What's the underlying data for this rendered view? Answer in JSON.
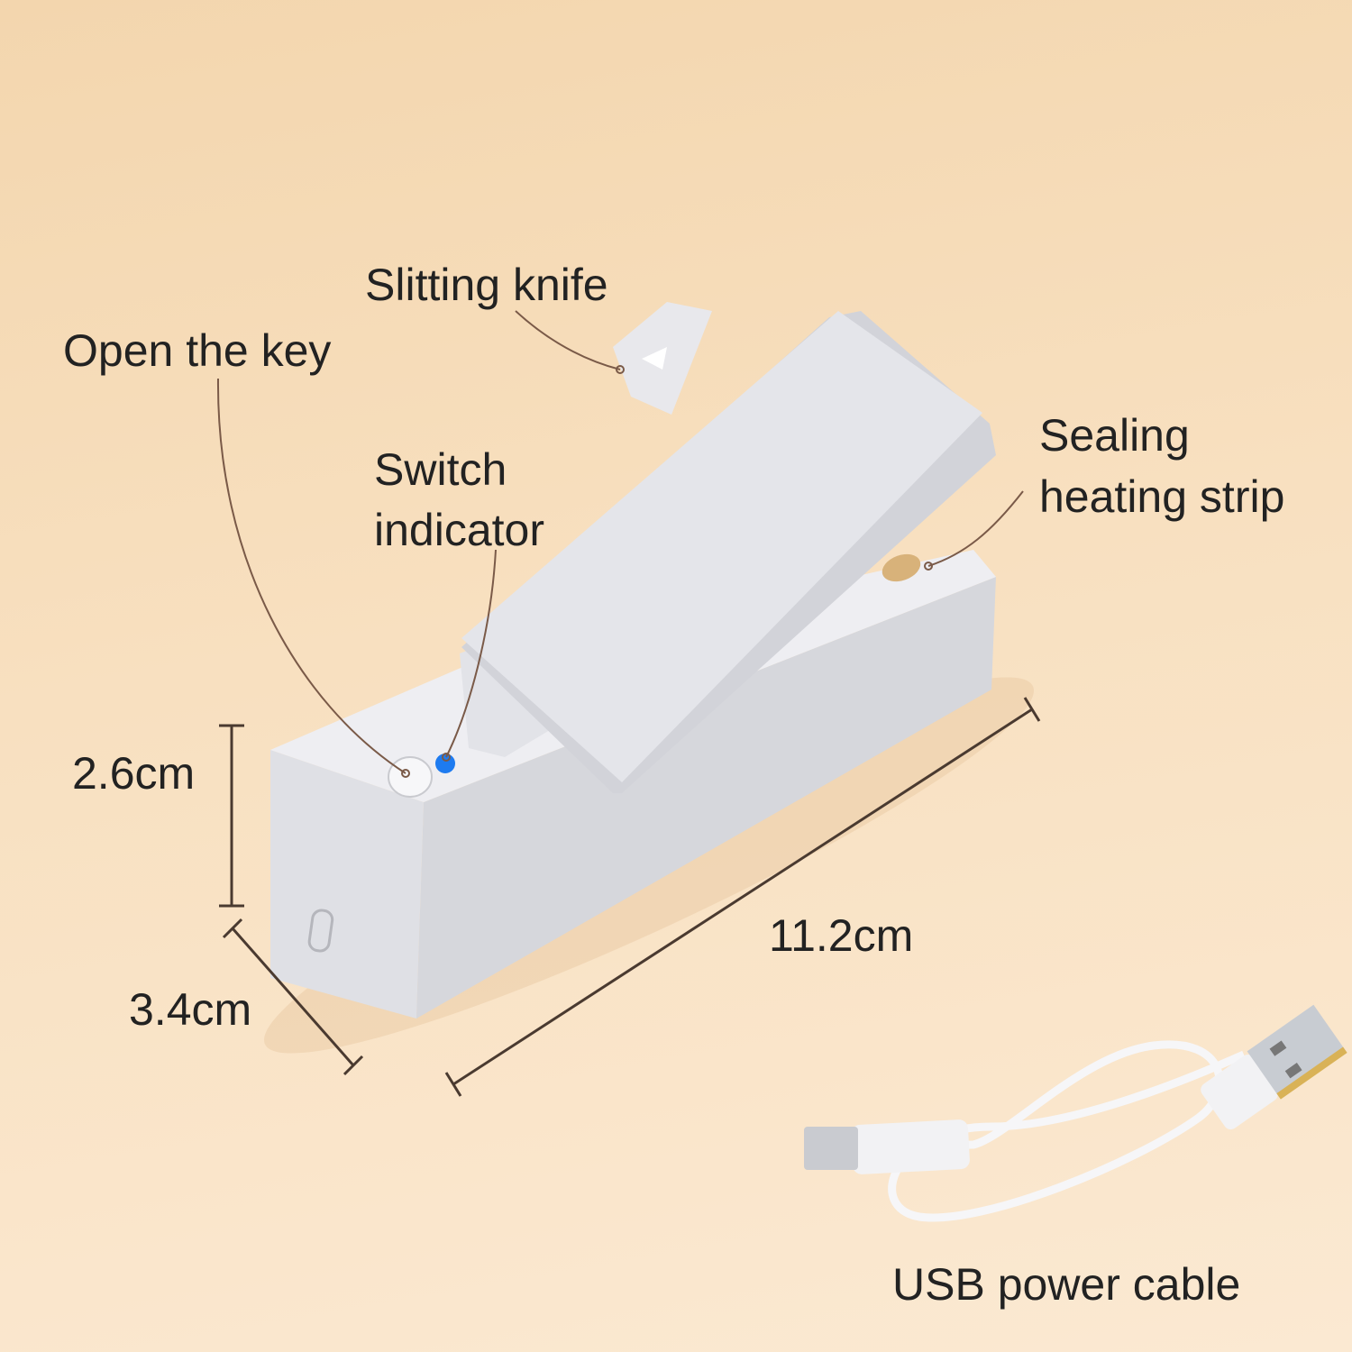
{
  "labels": {
    "slitting_knife": "Slitting knife",
    "open_key": "Open the key",
    "switch_indicator_line1": "Switch",
    "switch_indicator_line2": "indicator",
    "sealing_line1": "Sealing",
    "sealing_line2": "heating strip",
    "usb_cable": "USB power cable"
  },
  "dimensions": {
    "height": "2.6cm",
    "width": "3.4cm",
    "length": "11.2cm"
  },
  "colors": {
    "background": "#f6dcb9",
    "device": "#e6e6ea",
    "indicator": "#1e7bf0",
    "leader_line": "#7a5a48"
  }
}
